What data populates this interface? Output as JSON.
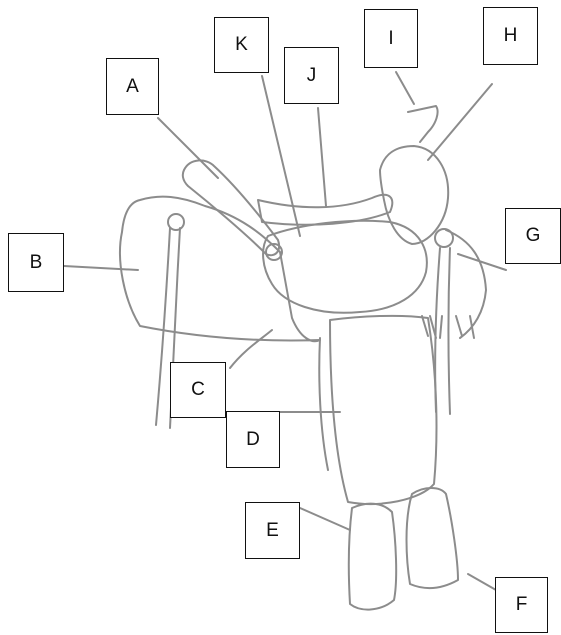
{
  "diagram": {
    "labels": {
      "a": "A",
      "b": "B",
      "c": "C",
      "d": "D",
      "e": "E",
      "f": "F",
      "g": "G",
      "h": "H",
      "i": "I",
      "j": "J",
      "k": "K"
    },
    "line_color": "#8c8c8c"
  }
}
